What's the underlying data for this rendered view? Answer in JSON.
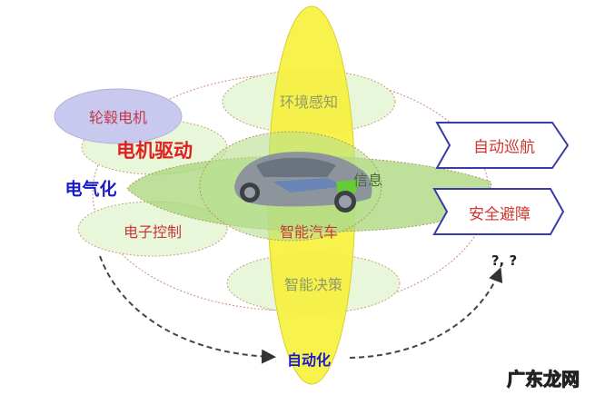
{
  "nodes": {
    "hub_motor": "轮毂电机",
    "motor_drive": "电机驱动",
    "electrification": "电气化",
    "electronic_control": "电子控制",
    "env_perception": "环境感知",
    "info": "信息",
    "smart_car": "智能汽车",
    "smart_decision": "智能决策",
    "automation": "自动化",
    "auto_cruise": "自动巡航",
    "safe_avoid": "安全避障",
    "unknown": "?, ?"
  },
  "watermark": "广东龙网",
  "colors": {
    "yellow": "#f7f13a",
    "green": "#a8d57a",
    "light_green": "#e6f5d6",
    "lavender": "#c9c9ef",
    "red_text": "#d2362f",
    "blue_text": "#1a1ac8",
    "arrow_border": "#3a3aa8"
  }
}
